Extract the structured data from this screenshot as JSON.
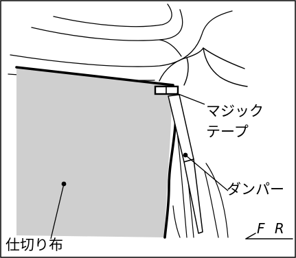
{
  "labels": {
    "velcro_line1": "マジック",
    "velcro_line2": "テープ",
    "damper": "ダンパー",
    "partition_cloth": "仕切り布",
    "front": "F R"
  },
  "colors": {
    "cloth_fill": "#cfcfcf",
    "line": "#000000",
    "background": "#ffffff"
  }
}
